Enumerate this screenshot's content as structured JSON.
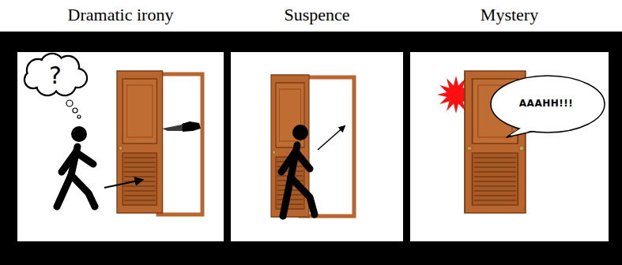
{
  "diagram": {
    "nodes": [
      {
        "text": [
          "Dramatic irony"
        ]
      },
      {
        "text": [
          "?"
        ],
        "in": 0
      },
      {
        "text": [
          "Suspence"
        ]
      },
      {
        "text": [
          "Mystery"
        ]
      },
      {
        "text": [
          "AAAHH!!!"
        ],
        "in": 3
      }
    ]
  }
}
